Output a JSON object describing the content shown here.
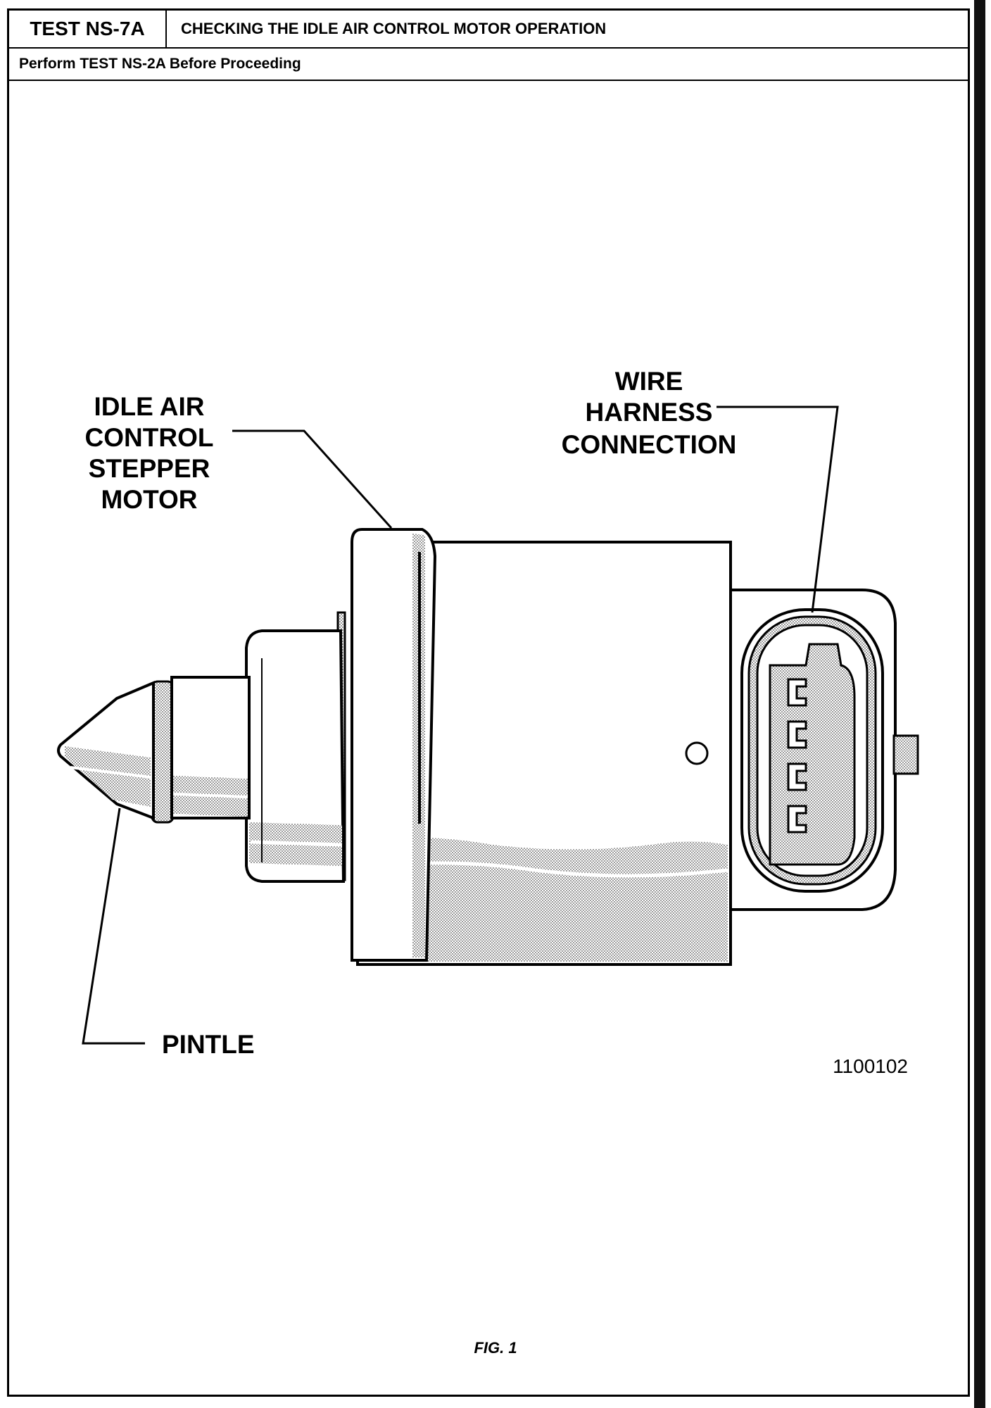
{
  "header": {
    "test_id": "TEST NS-7A",
    "title": "CHECKING THE IDLE AIR CONTROL MOTOR OPERATION",
    "prerequisite": "Perform TEST NS-2A Before Proceeding"
  },
  "diagram": {
    "labels": {
      "motor_line1": "IDLE AIR",
      "motor_line2": "CONTROL",
      "motor_line3": "STEPPER",
      "motor_line4": "MOTOR",
      "harness_line1": "WIRE",
      "harness_line2": "HARNESS",
      "harness_line3": "CONNECTION",
      "pintle": "PINTLE"
    },
    "figure_id": "1100102",
    "caption": "FIG. 1"
  }
}
